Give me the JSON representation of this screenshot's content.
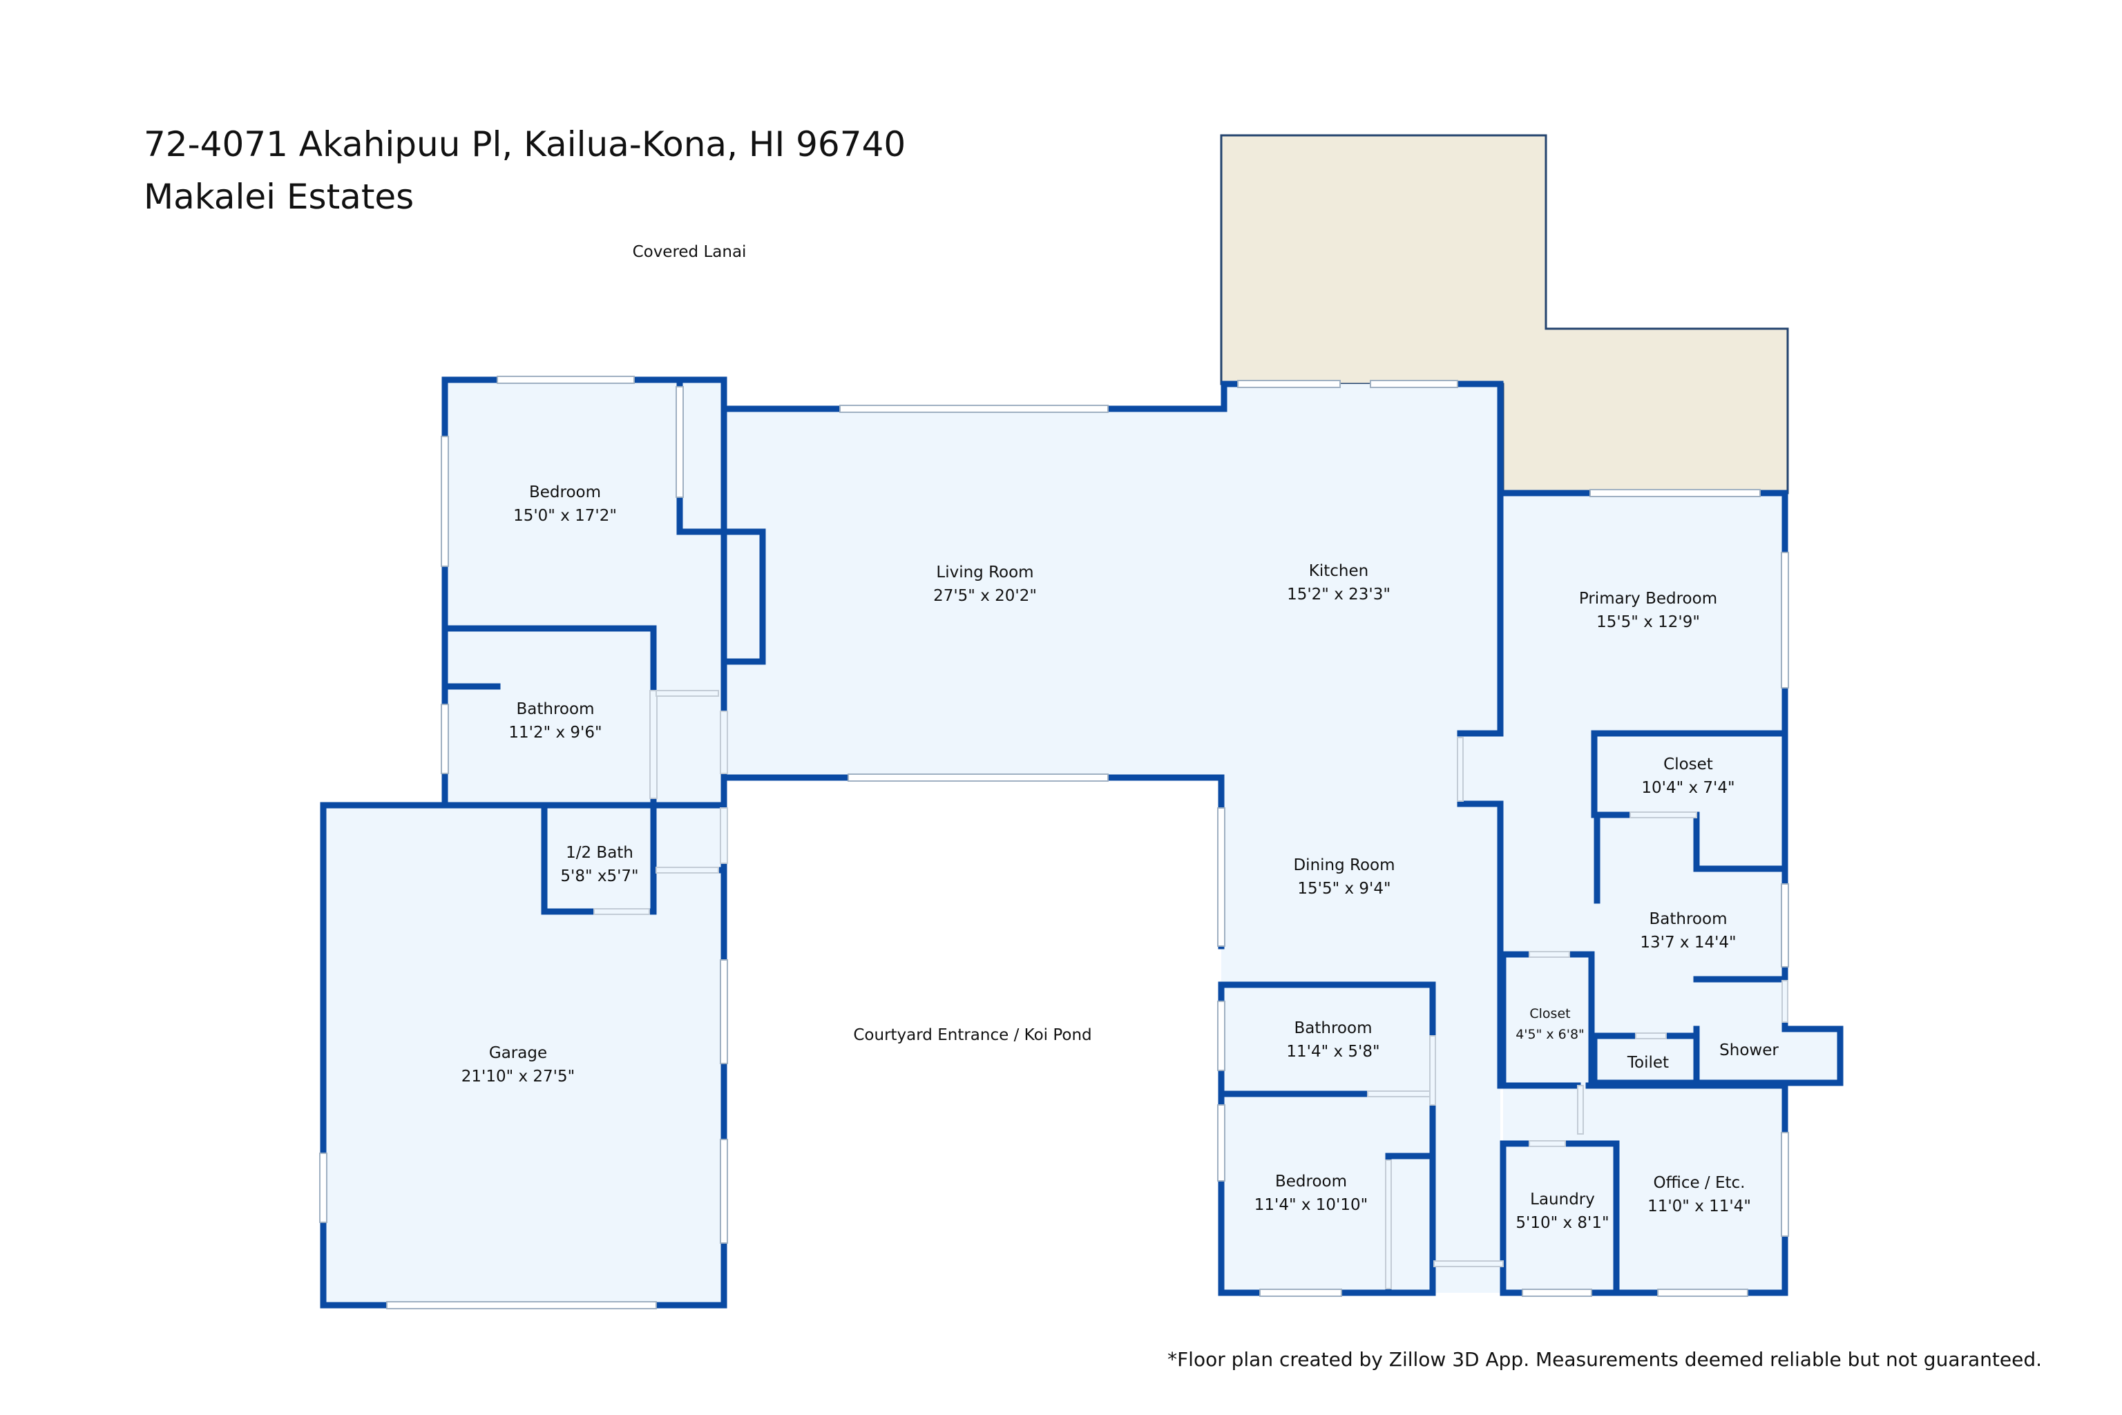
{
  "header": {
    "address": "72-4071 Akahipuu Pl, Kailua-Kona, HI 96740",
    "subdivision": "Makalei Estates"
  },
  "rooms": {
    "covered_lanai": {
      "name": "Covered Lanai"
    },
    "bedroom_west": {
      "name": "Bedroom",
      "dims": "15'0\" x 17'2\""
    },
    "bathroom_west": {
      "name": "Bathroom",
      "dims": "11'2\" x 9'6\""
    },
    "half_bath": {
      "name": "1/2 Bath",
      "dims": "5'8\" x5'7\""
    },
    "garage": {
      "name": "Garage",
      "dims": "21'10\" x 27'5\""
    },
    "living_room": {
      "name": "Living Room",
      "dims": "27'5\" x 20'2\""
    },
    "kitchen": {
      "name": "Kitchen",
      "dims": "15'2\" x 23'3\""
    },
    "dining_room": {
      "name": "Dining Room",
      "dims": "15'5\" x 9'4\""
    },
    "bathroom_south": {
      "name": "Bathroom",
      "dims": "11'4\" x 5'8\""
    },
    "bedroom_south": {
      "name": "Bedroom",
      "dims": "11'4\" x 10'10\""
    },
    "primary_bedroom": {
      "name": "Primary Bedroom",
      "dims": "15'5\" x 12'9\""
    },
    "closet_primary": {
      "name": "Closet",
      "dims": "10'4\" x 7'4\""
    },
    "bathroom_primary": {
      "name": "Bathroom",
      "dims": "13'7 x 14'4\""
    },
    "closet_small": {
      "name": "Closet",
      "dims": "4'5\" x 6'8\""
    },
    "toilet": {
      "name": "Toilet"
    },
    "shower": {
      "name": "Shower"
    },
    "laundry": {
      "name": "Laundry",
      "dims": "5'10\" x 8'1\""
    },
    "office": {
      "name": "Office / Etc.",
      "dims": "11'0\" x 11'4\""
    },
    "courtyard": {
      "name": "Courtyard Entrance / Koi Pond"
    }
  },
  "footer": {
    "disclaimer": "*Floor plan created by Zillow 3D App. Measurements deemed reliable but not guaranteed."
  },
  "colors": {
    "wall": "#0a4aa3",
    "floor": "#eef6fd",
    "lanai": "#f0ebdc"
  }
}
